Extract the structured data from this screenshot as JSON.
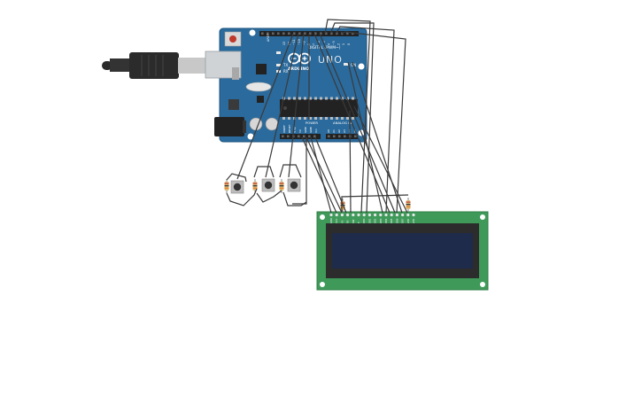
{
  "board": {
    "brand": "ARDUINO",
    "model": "UNO",
    "digital_label": "DIGITAL (PWM~)",
    "power_label": "POWER",
    "analog_label": "ANALOG IN",
    "aref_label": "AREF",
    "tx_label": "TX",
    "rx_label": "RX",
    "on_label": "ON",
    "digital_pins": [
      "13",
      "12",
      "~11",
      "~10",
      "~9",
      "8",
      "7",
      "~6",
      "~5",
      "4",
      "~3",
      "2",
      "1",
      "0"
    ],
    "power_pins": [
      "IOREF",
      "RESET",
      "3.3V",
      "5V",
      "GND",
      "GND",
      "Vin"
    ],
    "analog_pins": [
      "A0",
      "A1",
      "A2",
      "A3",
      "A4",
      "A5"
    ]
  },
  "lcd": {
    "pins": [
      "GND",
      "VCC",
      "V0",
      "RS",
      "RW",
      "E",
      "DB0",
      "DB1",
      "DB2",
      "DB3",
      "DB4",
      "DB5",
      "DB6",
      "DB7",
      "LED",
      "LED"
    ]
  },
  "colors": {
    "board": "#2b6a9c",
    "lcd_pcb": "#3f9a5a",
    "lcd_screen": "#1f2b4a",
    "wire": "#3a3a3a"
  }
}
